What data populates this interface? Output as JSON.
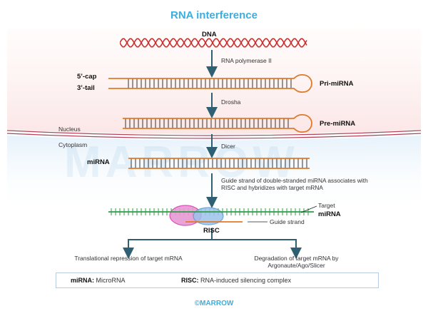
{
  "title": "RNA interference",
  "labels": {
    "dna": "DNA",
    "rna_polymerase": "RNA polymerase II",
    "five_cap": "5’-cap",
    "three_tail": "3’-tail",
    "pri_mirna": "Pri-miRNA",
    "drosha": "Drosha",
    "pre_mirna": "Pre-miRNA",
    "nucleus": "Nucleus",
    "cytoplasm": "Cytoplasm",
    "dicer": "Dicer",
    "mirna": "miRNA",
    "guide_note": "Guide strand of double-stranded miRNA associates with RISC and hybridizes with target mRNA",
    "target_mirna_1": "Target",
    "target_mirna_2": "miRNA",
    "guide_strand": "Guide strand",
    "risc": "RISC"
  },
  "outcomes": {
    "left": "Translational repression of target mRNA",
    "right": "Degradation of target mRNA by Argonaute/Ago/Slicer"
  },
  "legend": {
    "mirna_term": "miRNA:",
    "mirna_def": " MicroRNA",
    "risc_term": "RISC:",
    "risc_def": " RNA-induced silencing complex"
  },
  "footer": "©MARROW",
  "watermark": "MARROW",
  "colors": {
    "title": "#3aaee0",
    "strand": "#e07a2a",
    "dna": "#cc2f2f",
    "arrow": "#2f5f72",
    "membrane": "#b0425a",
    "target_strand": "#2e9e48",
    "risc_pink": "#d63fb4",
    "risc_blue": "#5b98d6"
  }
}
